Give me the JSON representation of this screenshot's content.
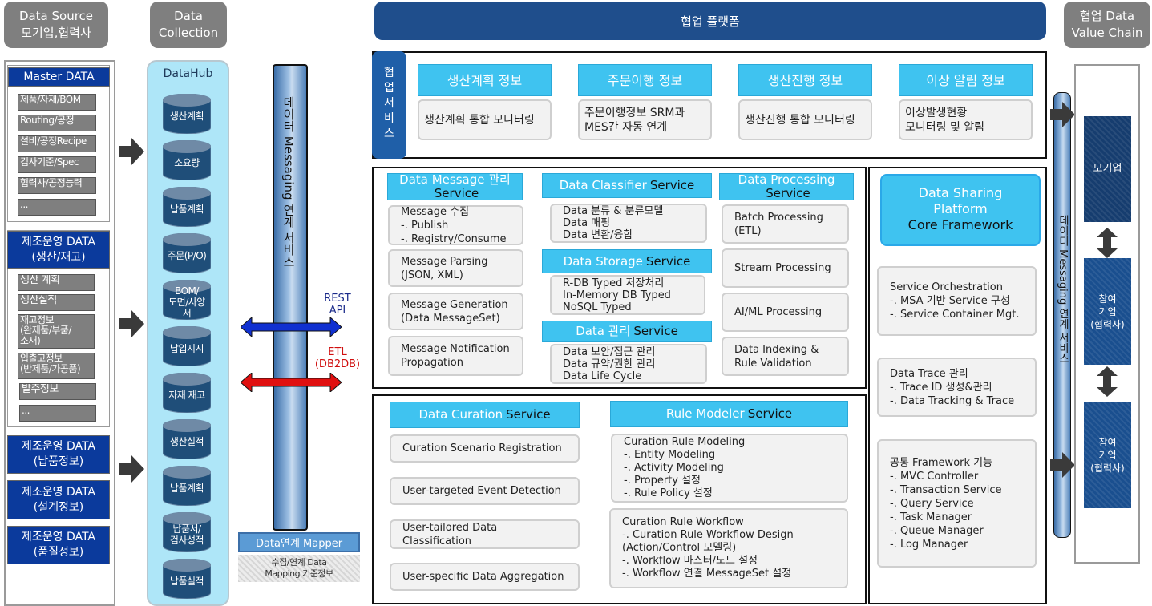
{
  "headers": {
    "data_source": "Data Source\n모기업,협력사",
    "data_collection": "Data\nCollection",
    "platform": "협업 플랫폼",
    "value_chain": "협업 Data\nValue Chain"
  },
  "source": {
    "master": {
      "title": "Master DATA",
      "items": [
        "제품/자재/BOM",
        "Routing/공정",
        "설비/공정Recipe",
        "검사기준/Spec",
        "협력사/공정능력",
        "..."
      ]
    },
    "ops": {
      "title": "제조운영 DATA\n(생산/재고)",
      "items": [
        "생산 계획",
        "생산실적",
        "재고정보\n(완제품/부품/\n소재)",
        "입출고정보\n(반제품/가공품)",
        "발주정보",
        "..."
      ]
    },
    "extra": [
      "제조운영 DATA\n(납품정보)",
      "제조운영 DATA\n(설계정보)",
      "제조운영 DATA\n(품질정보)"
    ]
  },
  "datahub": {
    "title": "DataHub",
    "items": [
      "생산계획",
      "소요량",
      "납품계획",
      "주문(P/O)",
      "BOM/\n도면/사양\n서",
      "납입지시",
      "자재 재고",
      "생산실적",
      "납품계획",
      "납품서/\n검사성적",
      "납품실적"
    ]
  },
  "messaging": {
    "label": "데이터 Messaging 연계 서비스",
    "rest": "REST\nAPI",
    "etl": "ETL\n(DB2DB)",
    "mapper": "Data연계 Mapper",
    "mapping_info": "수집/연계 Data\nMapping 기준정보"
  },
  "collab": {
    "tab": "협\n업\n서\n비\n스",
    "items": [
      {
        "title": "생산계획 정보",
        "desc": "생산계획 통합 모니터링"
      },
      {
        "title": "주문이행 정보",
        "desc": "주문이행정보 SRM과\nMES간 자동 연계"
      },
      {
        "title": "생산진행 정보",
        "desc": "생산진행 통합 모니터링"
      },
      {
        "title": "이상 알림 정보",
        "desc": "이상발생현황\n모니터링 및 알림"
      }
    ]
  },
  "services": {
    "message": {
      "title": "Data Message 관리",
      "suffix": "Service",
      "items": [
        "Message 수집\n -. Publish\n -. Registry/Consume",
        "Message Parsing\n(JSON, XML)",
        "Message Generation\n(Data MessageSet)",
        "Message Notification\nPropagation"
      ]
    },
    "classifier": {
      "title": "Data Classifier",
      "suffix": "Service",
      "desc": "Data 분류 & 분류모델\nData 매핑\nData 변환/융합"
    },
    "storage": {
      "title": "Data Storage",
      "suffix": "Service",
      "desc": "R-DB Typed 저장처리\nIn-Memory DB Typed\nNoSQL Typed"
    },
    "management": {
      "title": "Data 관리",
      "suffix": "Service",
      "desc": "Data 보안/접근 관리\nData 규약/권한 관리\nData Life Cycle"
    },
    "processing": {
      "title": "Data Processing",
      "suffix": "Service",
      "items": [
        "Batch Processing\n(ETL)",
        "Stream Processing",
        "AI/ML Processing",
        "Data Indexing &\nRule Validation"
      ]
    },
    "curation": {
      "title": "Data Curation",
      "suffix": "Service",
      "items": [
        "Curation Scenario Registration",
        "User-targeted Event Detection",
        "User-tailored Data\nClassification",
        "User-specific Data Aggregation"
      ]
    },
    "rule": {
      "title": "Rule Modeler",
      "suffix": "Service",
      "items": [
        "Curation Rule Modeling\n -. Entity Modeling\n -. Activity Modeling\n -. Property 설정\n -. Rule Policy 설정",
        "Curation Rule Workflow\n -. Curation Rule Workflow Design\n     (Action/Control 모델링)\n -. Workflow 마스터/노드 설정\n -. Workflow 연결 MessageSet 설정"
      ]
    }
  },
  "sharing": {
    "title": "Data Sharing\nPlatform",
    "subtitle": "Core Framework",
    "items": [
      "Service Orchestration\n -. MSA 기반 Service 구성\n -. Service Container Mgt.",
      "Data Trace 관리\n -. Trace ID 생성&관리\n -. Data Tracking & Trace",
      "공통 Framework 기능\n -. MVC Controller\n -. Transaction Service\n -. Query Service\n -. Task Manager\n -. Queue Manager\n -. Log Manager"
    ]
  },
  "value_chain": {
    "items": [
      "모기업",
      "참여\n기업\n(협력사)",
      "참여\n기업\n(협력사)"
    ]
  },
  "colors": {
    "banner": "#1f4e8c",
    "header_cyan": "#3fc3f0",
    "source_header": "#0b3a9c",
    "hub": "#aee6f8",
    "cylinder": "#1f4e79"
  }
}
